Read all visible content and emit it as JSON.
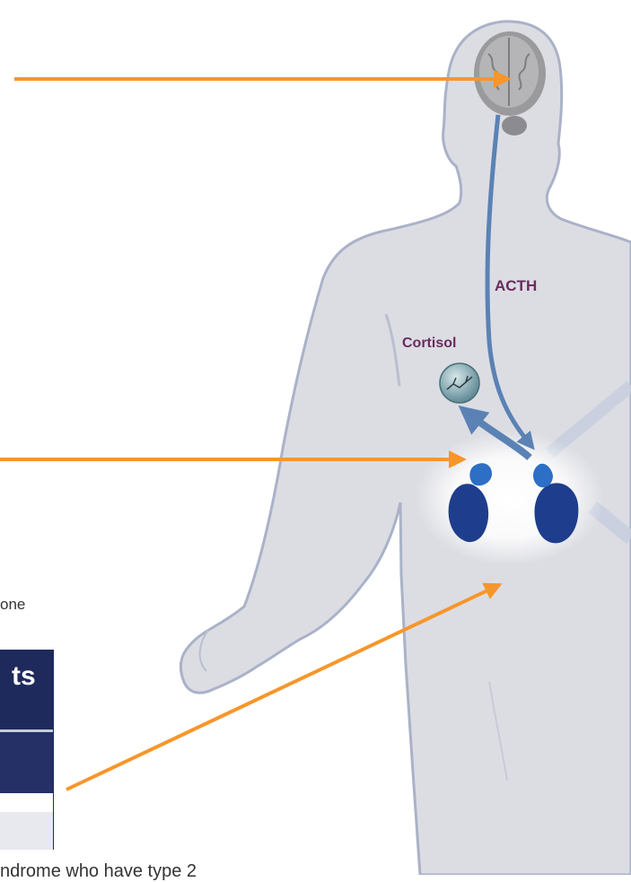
{
  "labels": {
    "acth": "ACTH",
    "cortisol": "Cortisol"
  },
  "fragments": {
    "left_text_1": "one",
    "table_header": "ts",
    "bottom_text": "ndrome who have type 2"
  },
  "colors": {
    "arrow": "#f7962a",
    "hormone_label": "#6a2c5e",
    "body_fill": "#dcdde3",
    "body_outline": "#aab2c8",
    "kidney": "#1e3d8c",
    "adrenal": "#2c6fc4",
    "hormone_arrow": "#5b82b4",
    "table_header": "#1f2a5c"
  },
  "icons": [
    "brain-icon",
    "cortisol-molecule-icon",
    "left-kidney-icon",
    "right-kidney-icon"
  ]
}
